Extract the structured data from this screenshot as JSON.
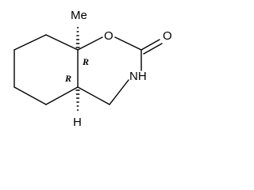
{
  "molecule": {
    "atoms": {
      "methyl": "Me",
      "ring_oxygen": "O",
      "carbonyl_oxygen": "O",
      "nitrogen": "NH",
      "hydrogen": "H"
    },
    "stereo": {
      "c8a": "R",
      "c4a": "R"
    }
  }
}
